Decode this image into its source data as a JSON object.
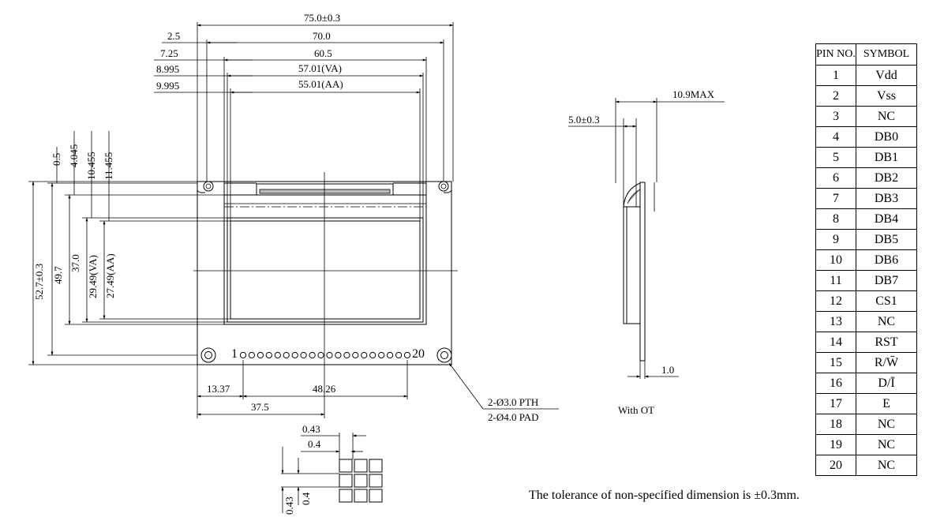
{
  "front": {
    "top_dims": [
      "75.0±0.3",
      "70.0",
      "60.5",
      "57.01(VA)",
      "55.01(AA)"
    ],
    "left_offsets": [
      "2.5",
      "7.25",
      "8.995",
      "9.995"
    ],
    "vertical_offsets": [
      "0.5",
      "4.045",
      "10.455",
      "11.455"
    ],
    "height_dims": [
      "52.7±0.3",
      "49.7",
      "37.0",
      "29.49(VA)",
      "27.49(AA)"
    ],
    "pin_first": "1",
    "pin_last": "20",
    "bottom_dims": [
      "13.37",
      "48.26",
      "37.5"
    ],
    "hole_note": [
      "2-Ø3.0 PTH",
      "2-Ø4.0 PAD"
    ]
  },
  "side": {
    "dims": [
      "10.9MAX",
      "5.0±0.3",
      "1.0"
    ],
    "caption": "With OT"
  },
  "detail": {
    "dims": [
      "0.43",
      "0.4",
      "0.4",
      "0.43"
    ]
  },
  "pin_table": {
    "headers": [
      "PIN NO.",
      "SYMBOL"
    ],
    "rows": [
      [
        "1",
        "Vdd"
      ],
      [
        "2",
        "Vss"
      ],
      [
        "3",
        "NC"
      ],
      [
        "4",
        "DB0"
      ],
      [
        "5",
        "DB1"
      ],
      [
        "6",
        "DB2"
      ],
      [
        "7",
        "DB3"
      ],
      [
        "8",
        "DB4"
      ],
      [
        "9",
        "DB5"
      ],
      [
        "10",
        "DB6"
      ],
      [
        "11",
        "DB7"
      ],
      [
        "12",
        "CS1"
      ],
      [
        "13",
        "NC"
      ],
      [
        "14",
        "RST"
      ],
      [
        "15",
        "R/W̄"
      ],
      [
        "16",
        "D/Ī"
      ],
      [
        "17",
        "E"
      ],
      [
        "18",
        "NC"
      ],
      [
        "19",
        "NC"
      ],
      [
        "20",
        "NC"
      ]
    ]
  },
  "note": "The tolerance of non-specified dimension is ±0.3mm."
}
